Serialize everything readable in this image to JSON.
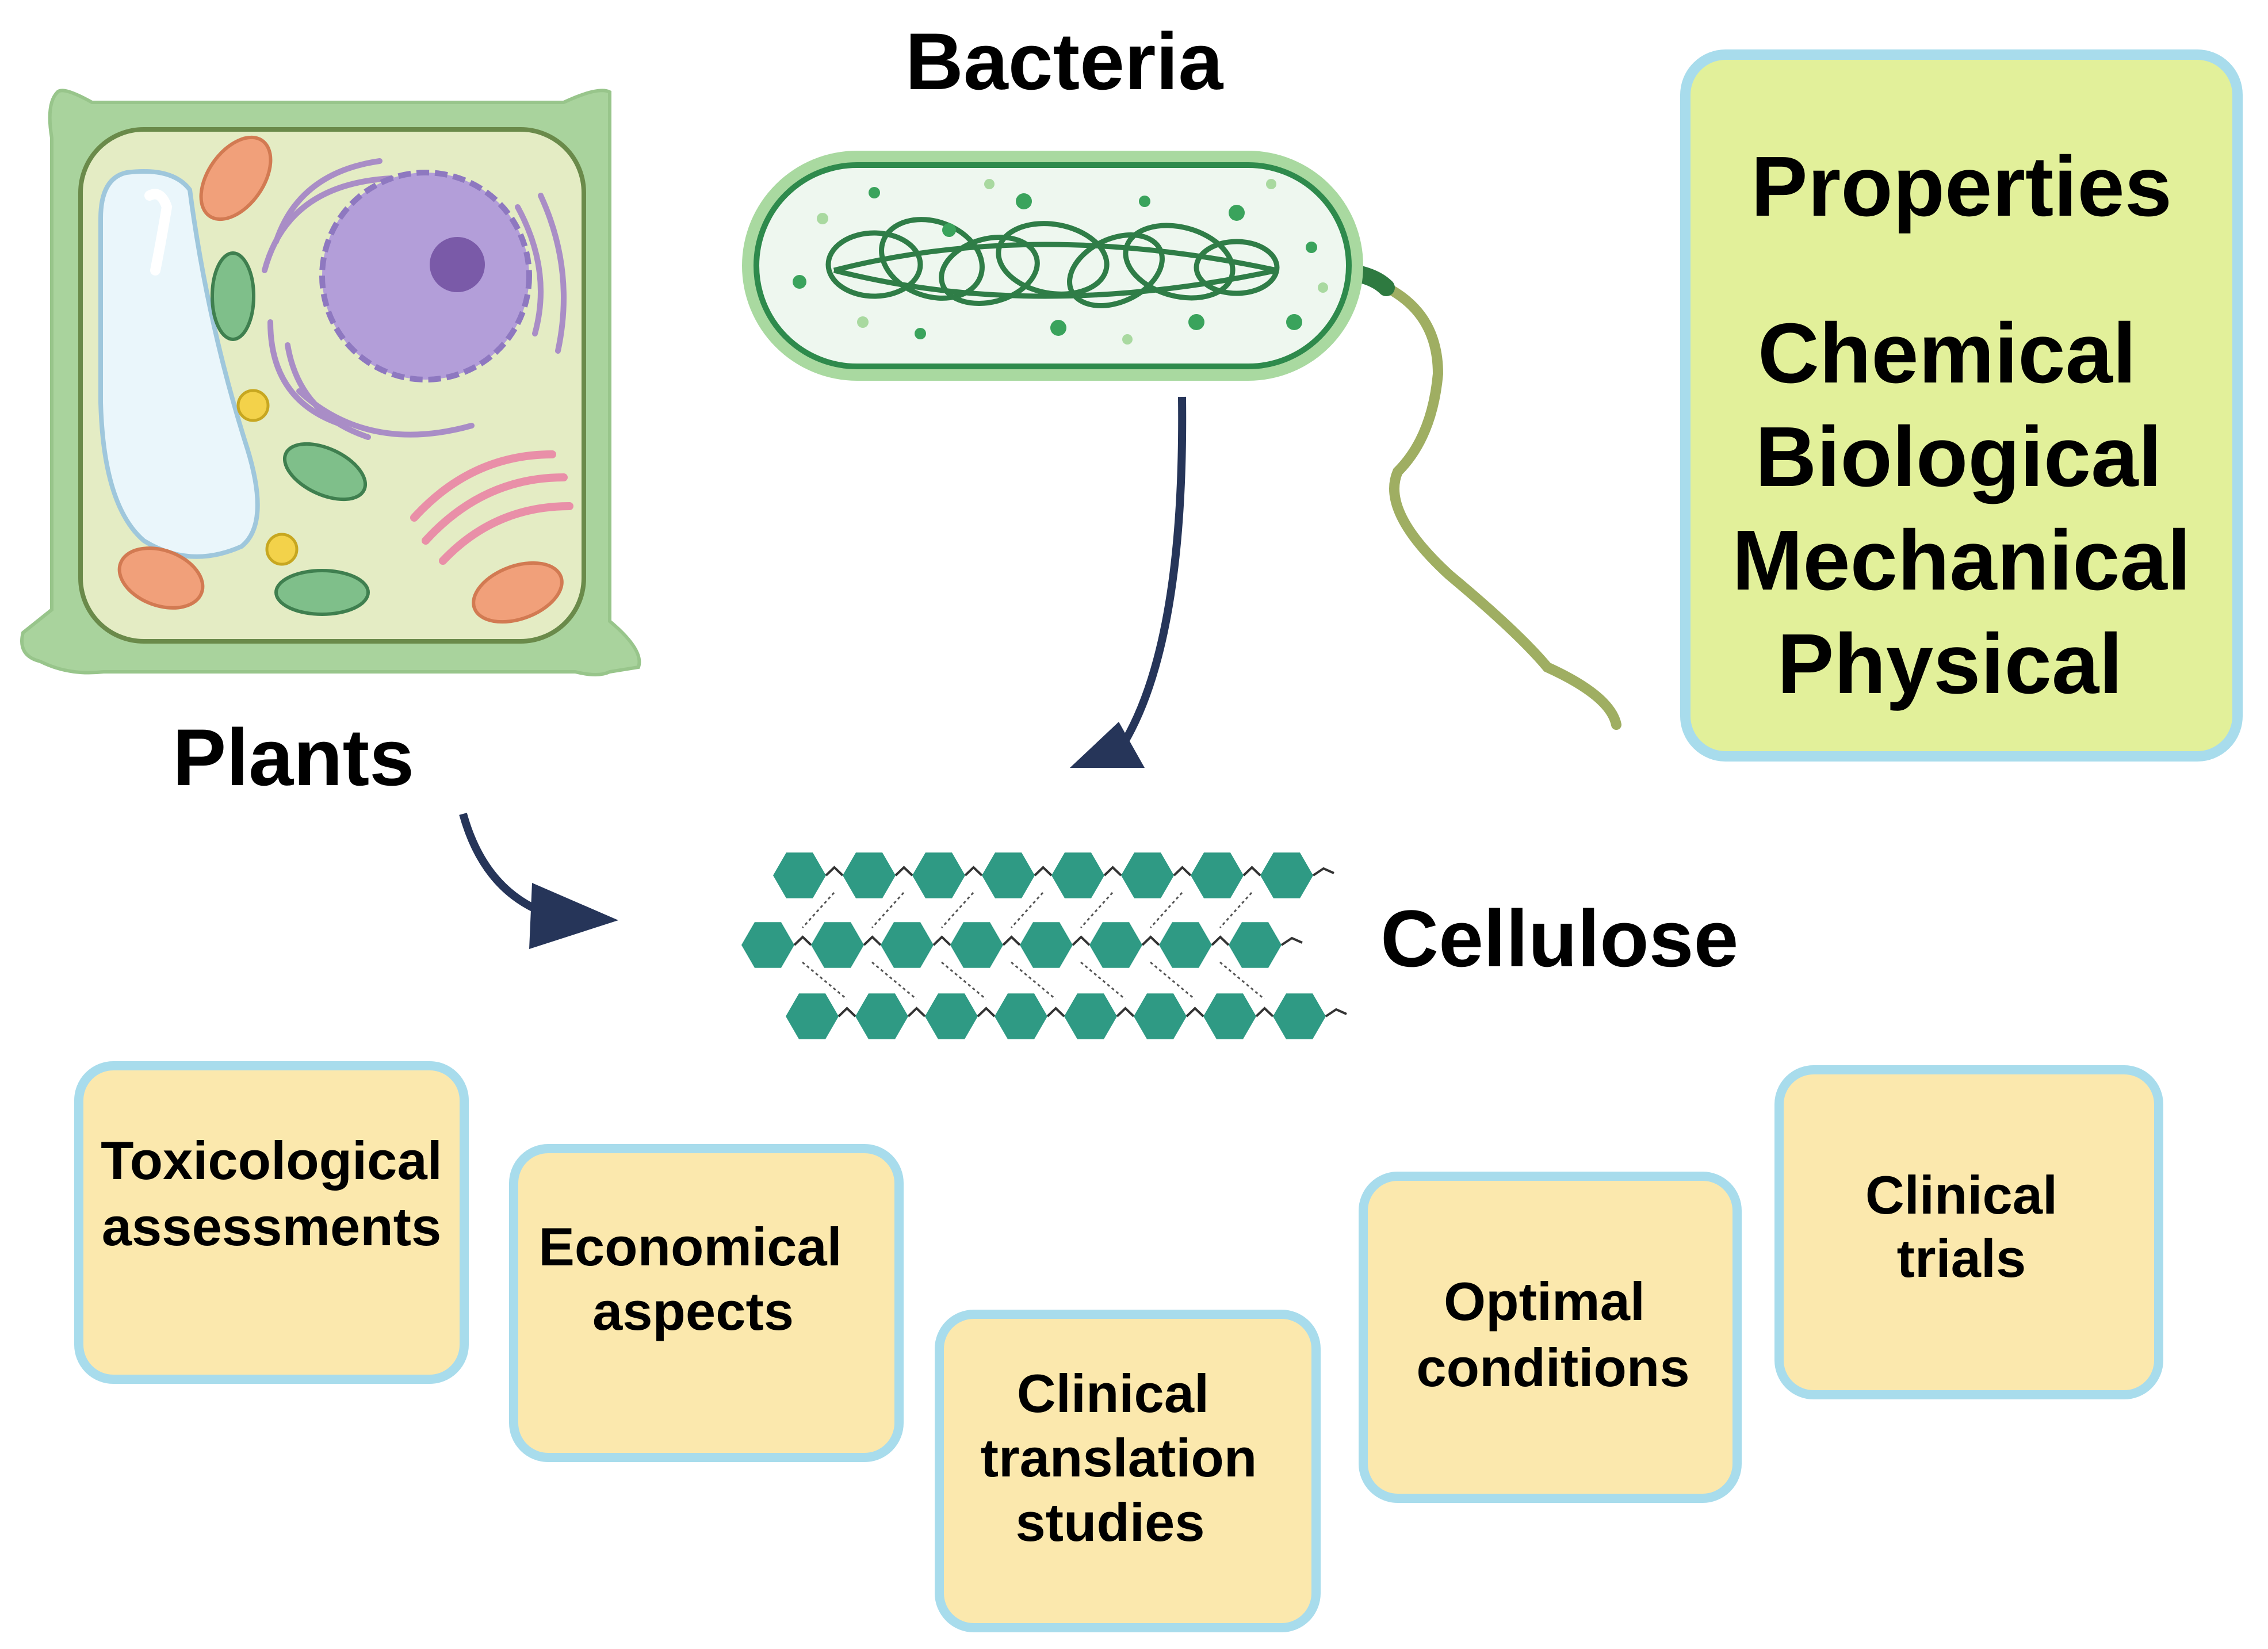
{
  "labels": {
    "bacteria": "Bacteria",
    "plants": "Plants",
    "cellulose": "Cellulose"
  },
  "properties": {
    "heading": "Properties",
    "items": [
      "Chemical",
      "Biological",
      "Mechanical",
      "Physical"
    ]
  },
  "cards": [
    {
      "lines": [
        "Toxicological",
        "assessments"
      ]
    },
    {
      "lines": [
        "Economical",
        "aspects"
      ]
    },
    {
      "lines": [
        "Clinical",
        "translation",
        "studies"
      ]
    },
    {
      "lines": [
        "Optimal",
        "conditions"
      ]
    },
    {
      "lines": [
        "Clinical",
        "trials"
      ]
    }
  ],
  "colors": {
    "properties_fill": "#e2f09a",
    "properties_border": "#a8dcec",
    "card_fill": "#fbe8ad",
    "card_border": "#a8dcec",
    "arrow": "#263559",
    "cellulose_hexagon": "#2f9a84",
    "cell_wall": "#9cc990",
    "bacteria_body": "#2e8a4c"
  },
  "icons": [
    "plant-cell-icon",
    "bacterium-icon",
    "cellulose-chain-icon"
  ]
}
